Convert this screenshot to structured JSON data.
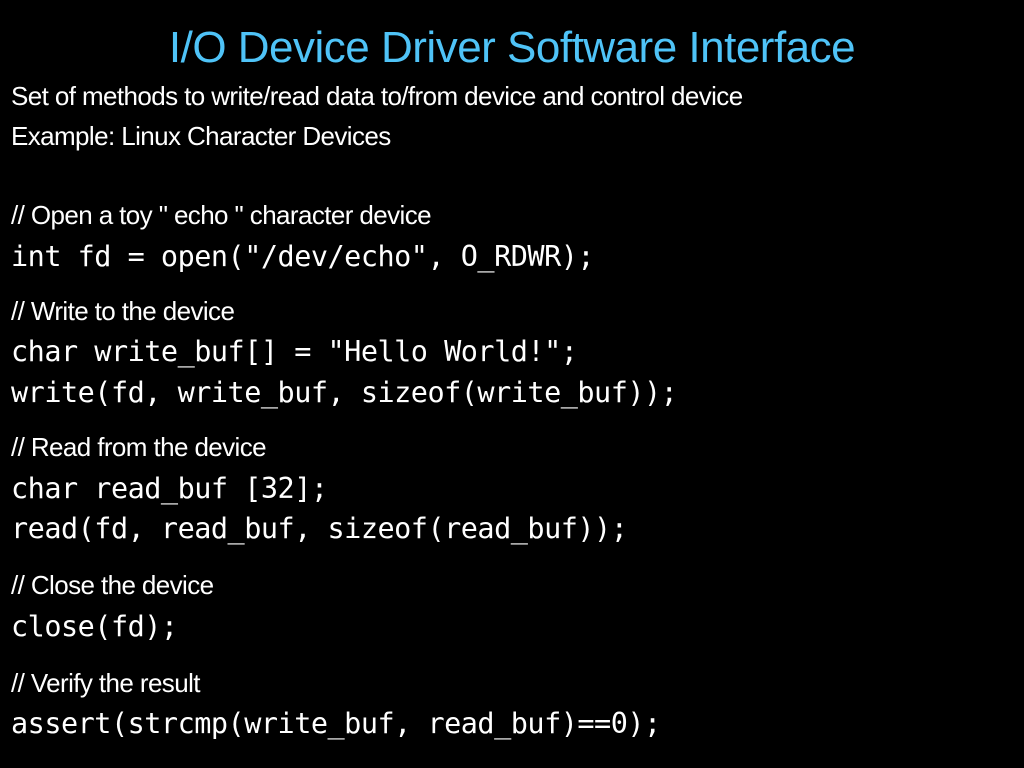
{
  "slide": {
    "title": "I/O Device Driver Software Interface",
    "title_color": "#4fc3f7",
    "background_color": "#000000",
    "text_color": "#ffffff",
    "intro": [
      "Set of methods to write/read data to/from device and control device",
      "Example: Linux Character Devices"
    ],
    "blocks": [
      {
        "comment": "// Open a toy \" echo \" character device",
        "code": [
          "int fd = open(\"/dev/echo\", O_RDWR);"
        ]
      },
      {
        "comment": "// Write to the device",
        "code": [
          "char write_buf[] = \"Hello World!\";",
          "write(fd, write_buf, sizeof(write_buf));"
        ]
      },
      {
        "comment": "// Read from the device",
        "code": [
          "char read_buf [32];",
          "read(fd, read_buf, sizeof(read_buf));"
        ]
      },
      {
        "comment": "// Close the device",
        "code": [
          "close(fd);"
        ]
      },
      {
        "comment": "// Verify the result",
        "code": [
          "assert(strcmp(write_buf, read_buf)==0);"
        ]
      }
    ]
  }
}
